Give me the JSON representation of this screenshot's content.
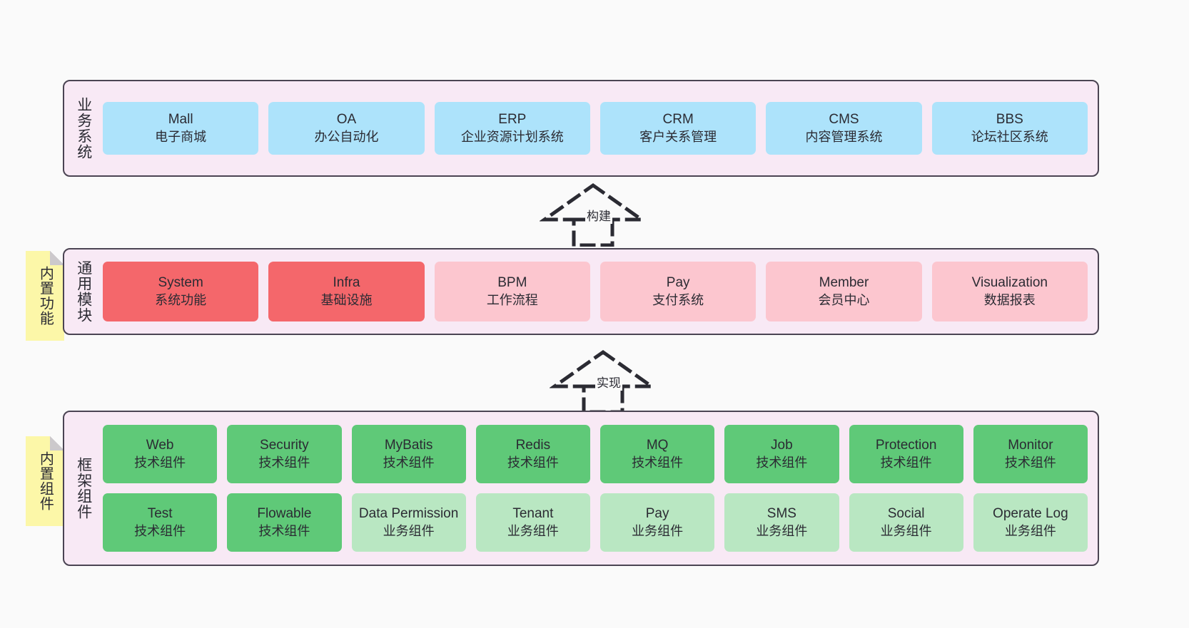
{
  "diagram": {
    "background_color": "#fafafa",
    "panel_color": "#f8e9f5",
    "panel_border_color": "#4b4453",
    "sticky_color": "#fcf7a8"
  },
  "layers": [
    {
      "id": "business-system",
      "title": "业务系统",
      "rows": [
        {
          "cards": [
            {
              "name": "Mall",
              "sub": "电子商城",
              "color": "#ade3fb",
              "style": "blue"
            },
            {
              "name": "OA",
              "sub": "办公自动化",
              "color": "#ade3fb",
              "style": "blue"
            },
            {
              "name": "ERP",
              "sub": "企业资源计划系统",
              "color": "#ade3fb",
              "style": "blue"
            },
            {
              "name": "CRM",
              "sub": "客户关系管理",
              "color": "#ade3fb",
              "style": "blue"
            },
            {
              "name": "CMS",
              "sub": "内容管理系统",
              "color": "#ade3fb",
              "style": "blue"
            },
            {
              "name": "BBS",
              "sub": "论坛社区系统",
              "color": "#ade3fb",
              "style": "blue"
            }
          ]
        }
      ]
    },
    {
      "id": "common-module",
      "title": "通用模块",
      "sticky": "内置功能",
      "rows": [
        {
          "cards": [
            {
              "name": "System",
              "sub": "系统功能",
              "color": "#f4676b",
              "style": "red"
            },
            {
              "name": "Infra",
              "sub": "基础设施",
              "color": "#f4676b",
              "style": "red"
            },
            {
              "name": "BPM",
              "sub": "工作流程",
              "color": "#fcc6cf",
              "style": "pink"
            },
            {
              "name": "Pay",
              "sub": "支付系统",
              "color": "#fcc6cf",
              "style": "pink"
            },
            {
              "name": "Member",
              "sub": "会员中心",
              "color": "#fcc6cf",
              "style": "pink"
            },
            {
              "name": "Visualization",
              "sub": "数据报表",
              "color": "#fcc6cf",
              "style": "pink"
            }
          ]
        }
      ]
    },
    {
      "id": "framework-component",
      "title": "框架组件",
      "sticky": "内置组件",
      "rows": [
        {
          "cards": [
            {
              "name": "Web",
              "sub": "技术组件",
              "color": "#5fc978",
              "style": "green"
            },
            {
              "name": "Security",
              "sub": "技术组件",
              "color": "#5fc978",
              "style": "green"
            },
            {
              "name": "MyBatis",
              "sub": "技术组件",
              "color": "#5fc978",
              "style": "green"
            },
            {
              "name": "Redis",
              "sub": "技术组件",
              "color": "#5fc978",
              "style": "green"
            },
            {
              "name": "MQ",
              "sub": "技术组件",
              "color": "#5fc978",
              "style": "green"
            },
            {
              "name": "Job",
              "sub": "技术组件",
              "color": "#5fc978",
              "style": "green"
            },
            {
              "name": "Protection",
              "sub": "技术组件",
              "color": "#5fc978",
              "style": "green"
            },
            {
              "name": "Monitor",
              "sub": "技术组件",
              "color": "#5fc978",
              "style": "green"
            }
          ]
        },
        {
          "cards": [
            {
              "name": "Test",
              "sub": "技术组件",
              "color": "#5fc978",
              "style": "green"
            },
            {
              "name": "Flowable",
              "sub": "技术组件",
              "color": "#5fc978",
              "style": "green"
            },
            {
              "name": "Data Permission",
              "sub": "业务组件",
              "color": "#b9e7c2",
              "style": "lightgreen"
            },
            {
              "name": "Tenant",
              "sub": "业务组件",
              "color": "#b9e7c2",
              "style": "lightgreen"
            },
            {
              "name": "Pay",
              "sub": "业务组件",
              "color": "#b9e7c2",
              "style": "lightgreen"
            },
            {
              "name": "SMS",
              "sub": "业务组件",
              "color": "#b9e7c2",
              "style": "lightgreen"
            },
            {
              "name": "Social",
              "sub": "业务组件",
              "color": "#b9e7c2",
              "style": "lightgreen"
            },
            {
              "name": "Operate Log",
              "sub": "业务组件",
              "color": "#b9e7c2",
              "style": "lightgreen"
            }
          ]
        }
      ]
    }
  ],
  "connectors": [
    {
      "id": "build",
      "label": "构建",
      "from": "common-module",
      "to": "business-system",
      "style": "dashed-generalization"
    },
    {
      "id": "implement",
      "label": "实现",
      "from": "framework-component",
      "to": "common-module",
      "style": "dashed-generalization"
    }
  ]
}
